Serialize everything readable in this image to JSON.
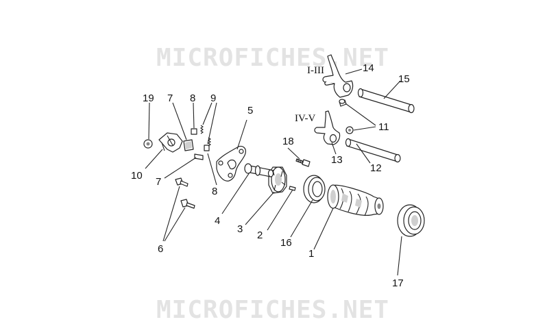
{
  "watermarks": {
    "top": "MICROFICHES.NET",
    "bottom": "MICROFICHES.NET"
  },
  "gear_labels": {
    "upper": "I-III",
    "lower": "IV-V"
  },
  "callouts": {
    "n1": "1",
    "n2": "2",
    "n3": "3",
    "n4": "4",
    "n5": "5",
    "n6": "6",
    "n7a": "7",
    "n7b": "7",
    "n8a": "8",
    "n8b": "8",
    "n9": "9",
    "n10": "10",
    "n11": "11",
    "n12": "12",
    "n13": "13",
    "n14": "14",
    "n15": "15",
    "n16": "16",
    "n17": "17",
    "n18": "18",
    "n19": "19"
  }
}
